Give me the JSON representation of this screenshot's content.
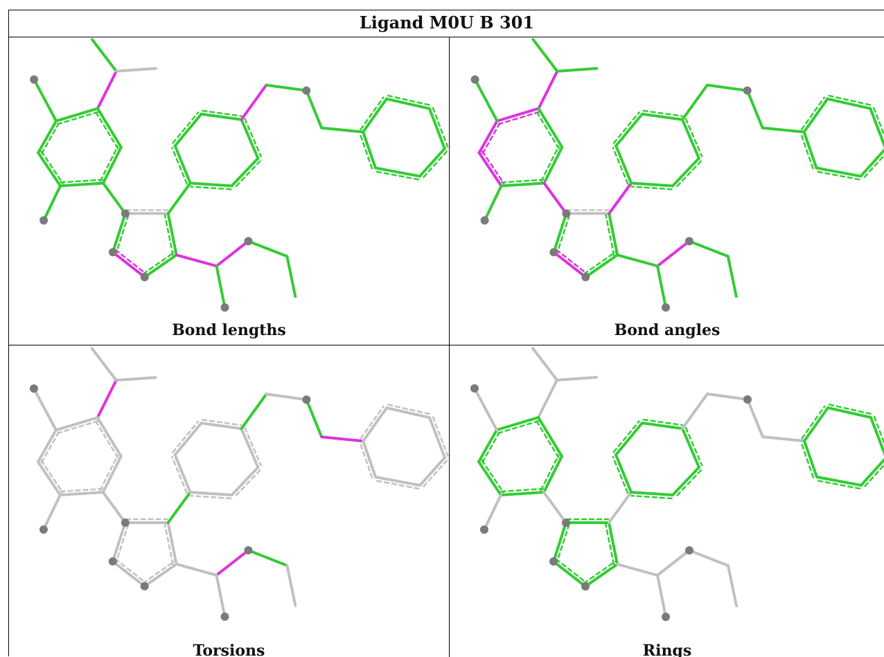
{
  "title": "Ligand M0U B 301",
  "colors": {
    "ok": "#33cc33",
    "outlier": "#dd33dd",
    "neutral": "#c0c0c0",
    "atom": "#7a7a7a"
  },
  "panels": [
    {
      "label": "Bond lengths",
      "outliers": [
        "a2",
        "r5c",
        "x1",
        "x2",
        "b2"
      ],
      "neutral": [
        "a3",
        "r5a"
      ],
      "rings_hl": []
    },
    {
      "label": "Bond angles",
      "outliers": [
        "a2",
        "r1a_l",
        "r1b_l",
        "r1c",
        "a4",
        "a5",
        "r5c",
        "b2"
      ],
      "neutral": [
        "r5a"
      ],
      "rings_hl": []
    },
    {
      "label": "Torsions",
      "outliers": [
        "a2",
        "l2",
        "b2"
      ],
      "green": [
        "a5",
        "x1",
        "l1",
        "b3"
      ],
      "neutral_all": true,
      "rings_hl": []
    },
    {
      "label": "Rings",
      "outliers": [],
      "green": [],
      "neutral_all": true,
      "rings_hl": [
        "r1",
        "r2",
        "r3",
        "r5"
      ]
    }
  ]
}
